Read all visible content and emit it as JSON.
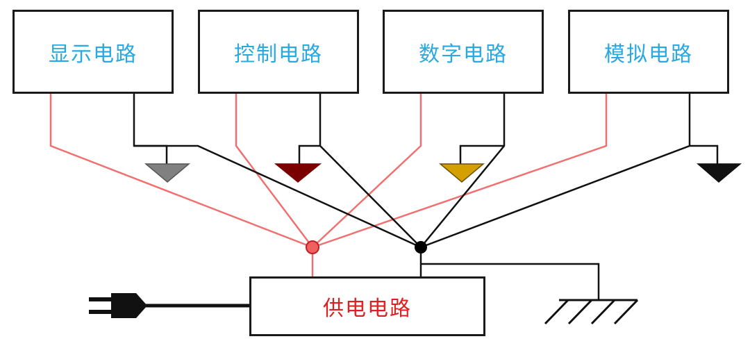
{
  "diagram": {
    "modules": [
      {
        "label": "显示电路",
        "ground_color": "#808080"
      },
      {
        "label": "控制电路",
        "ground_color": "#7a0000"
      },
      {
        "label": "数字电路",
        "ground_color": "#d4a000"
      },
      {
        "label": "模拟电路",
        "ground_color": "#111111"
      }
    ],
    "power": {
      "label": "供电电路"
    },
    "colors": {
      "label_blue": "#2aa8e0",
      "label_red": "#e02020",
      "power_wire": "#f07070",
      "ground_wire": "#111111",
      "power_node": "#f06060",
      "ground_node": "#000000"
    },
    "icons": [
      "plug-icon",
      "earth-ground-icon"
    ]
  }
}
